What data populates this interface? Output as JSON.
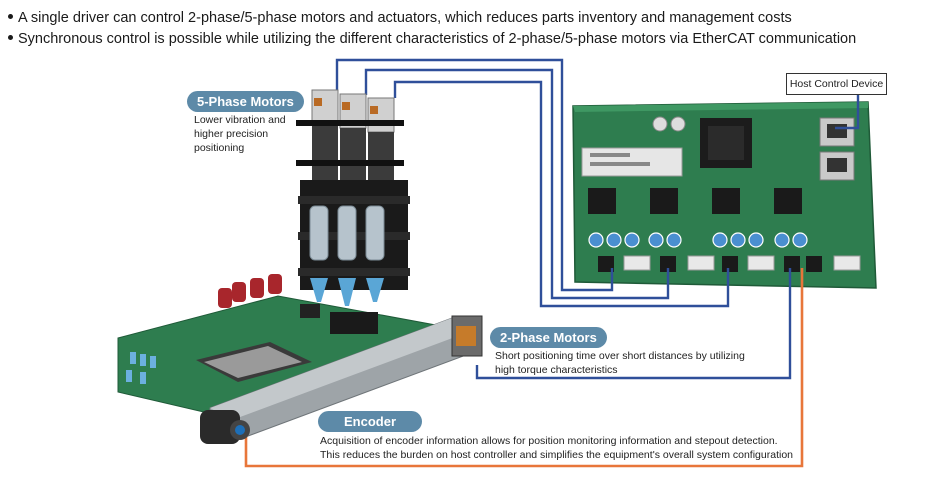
{
  "bullets": [
    "A single driver can control 2-phase/5-phase motors and actuators, which reduces parts inventory and management costs",
    "Synchronous control is possible while utilizing the  different characteristics of 2-phase/5-phase motors via EtherCAT communication"
  ],
  "five_phase": {
    "label": "5-Phase Motors",
    "desc": [
      "Lower vibration and",
      "higher precision",
      "positioning"
    ]
  },
  "two_phase": {
    "label": "2-Phase Motors",
    "desc": [
      "Short positioning time over short distances by utilizing",
      "high torque characteristics"
    ]
  },
  "encoder": {
    "label": "Encoder",
    "desc": [
      "Acquisition of encoder information allows for position monitoring information and stepout detection.",
      "This reduces the burden on host controller and simplifies the equipment's overall system configuration"
    ]
  },
  "host": {
    "label": "Host Control Device"
  },
  "colors": {
    "cable_blue": "#2f4f9a",
    "cable_orange": "#e8763a",
    "pill": "#5d8aa8",
    "pcb": "#2e7d4f"
  }
}
